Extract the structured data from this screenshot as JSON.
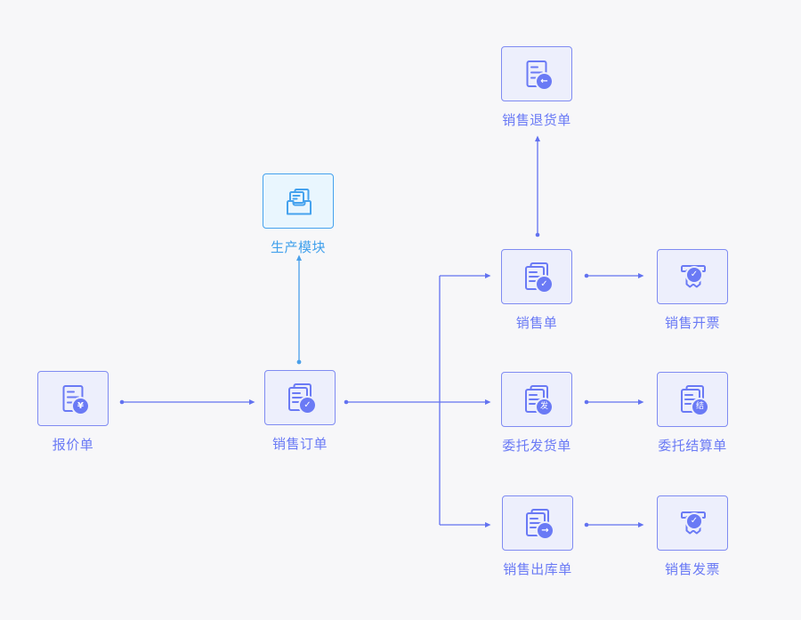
{
  "diagram": {
    "background": "#f7f7f9",
    "accent_purple": "#6a7af5",
    "accent_blue": "#45a2ee",
    "arrow_purple": "#6272f0",
    "arrow_blue": "#4aa0ea"
  },
  "nodes": {
    "quotation": {
      "label": "报价单",
      "icon": "document-yuan-icon",
      "badge": "¥"
    },
    "sales_order": {
      "label": "销售订单",
      "icon": "documents-check-icon",
      "badge": "✓"
    },
    "production": {
      "label": "生产模块",
      "icon": "inbox-documents-icon"
    },
    "sales_return": {
      "label": "销售退货单",
      "icon": "document-return-icon",
      "badge": "←"
    },
    "sales_slip": {
      "label": "销售单",
      "icon": "documents-check-icon",
      "badge": "✓"
    },
    "sales_invoicing": {
      "label": "销售开票",
      "icon": "receipt-check-icon",
      "badge": "✓"
    },
    "consign_delivery": {
      "label": "委托发货单",
      "icon": "documents-dispatch-icon",
      "badge": "发"
    },
    "consign_settlement": {
      "label": "委托结算单",
      "icon": "documents-settlement-icon",
      "badge": "结"
    },
    "sales_outbound": {
      "label": "销售出库单",
      "icon": "documents-outbound-icon",
      "badge": "→"
    },
    "sales_invoice": {
      "label": "销售发票",
      "icon": "receipt-check-icon",
      "badge": "✓"
    }
  }
}
